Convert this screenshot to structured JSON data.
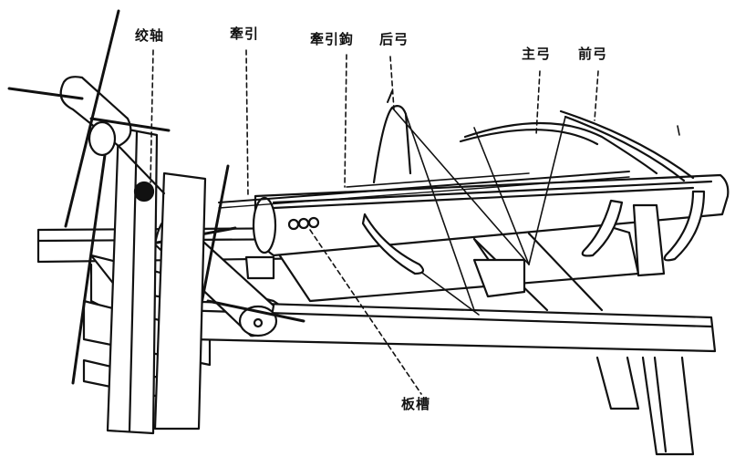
{
  "diagram": {
    "labels": {
      "jiaozhou": "绞轴",
      "qianyin": "牽引",
      "qianyin_gou": "牽引鉤",
      "hou_gong": "后弓",
      "zhu_gong": "主弓",
      "qian_gong": "前弓",
      "ban_cao": "板槽"
    },
    "ink_color": "#111111",
    "background_color": "#ffffff"
  }
}
